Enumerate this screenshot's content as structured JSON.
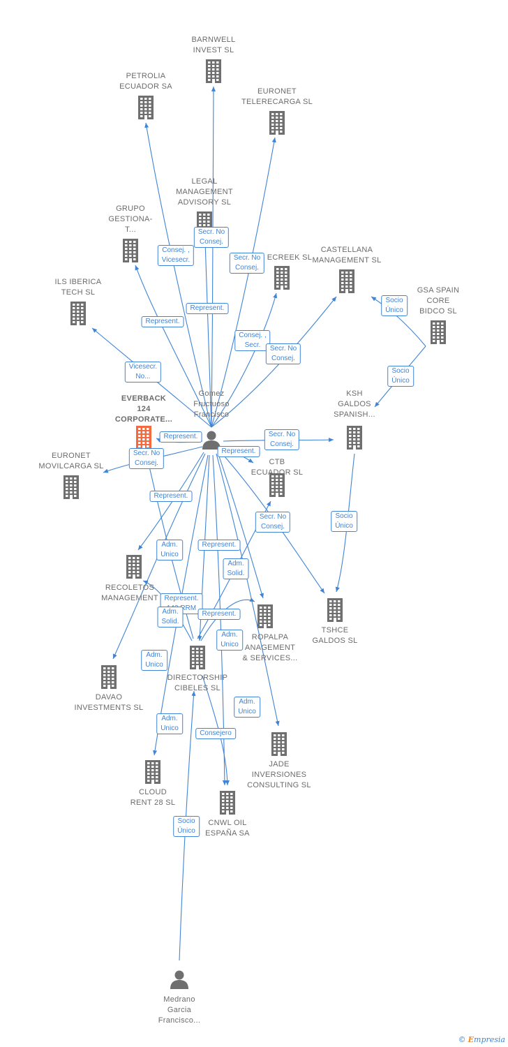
{
  "colors": {
    "edge": "#3f84d6",
    "node": "#6f6f6f",
    "focus_node": "#f26a3d",
    "label": "#6b6b6b",
    "person": "#6f6f6f"
  },
  "nodes": [
    {
      "id": "barnwell",
      "kind": "company",
      "lines": [
        "BARNWELL",
        "INVEST  SL"
      ]
    },
    {
      "id": "petrolia",
      "kind": "company",
      "lines": [
        "PETROLIA",
        "ECUADOR SA"
      ]
    },
    {
      "id": "euronet_tele",
      "kind": "company",
      "lines": [
        "EURONET",
        "TELERECARGA SL"
      ]
    },
    {
      "id": "legal",
      "kind": "company",
      "lines": [
        "LEGAL",
        "MANAGEMENT",
        "ADVISORY  SL"
      ]
    },
    {
      "id": "grupo",
      "kind": "company",
      "lines": [
        "GRUPO",
        "GESTIONA-",
        "T..."
      ]
    },
    {
      "id": "ecreek",
      "kind": "company",
      "lines": [
        "ECREEK SL"
      ]
    },
    {
      "id": "castellana",
      "kind": "company",
      "lines": [
        "CASTELLANA",
        "MANAGEMENT SL"
      ]
    },
    {
      "id": "gsa",
      "kind": "company",
      "lines": [
        "GSA SPAIN",
        "CORE",
        "BIDCO  SL"
      ]
    },
    {
      "id": "ils",
      "kind": "company",
      "lines": [
        "ILS IBERICA",
        "TECH  SL"
      ]
    },
    {
      "id": "gomez",
      "kind": "person",
      "lines": [
        "Gomez",
        "Fructuoso",
        "Francisco"
      ]
    },
    {
      "id": "everback",
      "kind": "focus",
      "lines": [
        "EVERBACK",
        "124",
        "CORPORATE..."
      ]
    },
    {
      "id": "ksh",
      "kind": "company",
      "lines": [
        "KSH",
        "GALDOS",
        "SPANISH..."
      ]
    },
    {
      "id": "euronet_movil",
      "kind": "company",
      "lines": [
        "EURONET",
        "MOVILCARGA SL"
      ]
    },
    {
      "id": "ctb",
      "kind": "company",
      "lines": [
        "CTB",
        "ECUADOR  SL"
      ]
    },
    {
      "id": "recoletos",
      "kind": "company",
      "lines": [
        "RECOLETOS",
        "MANAGEMENT"
      ]
    },
    {
      "id": "tshce",
      "kind": "company",
      "lines": [
        "TSHCE",
        "GALDOS  SL"
      ]
    },
    {
      "id": "europalpa",
      "kind": "company",
      "lines": [
        "ROPALPA",
        "ANAGEMENT",
        "& SERVICES..."
      ]
    },
    {
      "id": "directorship",
      "kind": "company",
      "lines": [
        "DIRECTORSHIP",
        "CIBELES SL"
      ]
    },
    {
      "id": "davao",
      "kind": "company",
      "lines": [
        "DAVAO",
        "INVESTMENTS SL"
      ]
    },
    {
      "id": "jade",
      "kind": "company",
      "lines": [
        "JADE",
        "INVERSIONES",
        "CONSULTING SL"
      ]
    },
    {
      "id": "cloud",
      "kind": "company",
      "lines": [
        "CLOUD",
        "RENT 28  SL"
      ]
    },
    {
      "id": "cnwl",
      "kind": "company",
      "lines": [
        "CNWL OIL",
        "ESPAÑA SA"
      ]
    },
    {
      "id": "medrano",
      "kind": "person",
      "lines": [
        "Medrano",
        "Garcia",
        "Francisco..."
      ]
    }
  ],
  "edges": [
    {
      "from": "gomez",
      "to": "barnwell",
      "label": [
        "Secr.  No",
        "Consej."
      ]
    },
    {
      "from": "gomez",
      "to": "petrolia",
      "label": [
        "Consej. ,",
        "Vicesecr."
      ]
    },
    {
      "from": "gomez",
      "to": "euronet_tele",
      "label": [
        "Secr.  No",
        "Consej."
      ]
    },
    {
      "from": "gomez",
      "to": "legal",
      "label": [
        "Represent."
      ]
    },
    {
      "from": "gomez",
      "to": "grupo",
      "label": [
        "Represent."
      ]
    },
    {
      "from": "gomez",
      "to": "ecreek",
      "label": [
        "Consej. ,",
        "Secr."
      ]
    },
    {
      "from": "gomez",
      "to": "castellana",
      "label": [
        "Secr.  No",
        "Consej."
      ]
    },
    {
      "from": "gomez",
      "to": "ils",
      "label": [
        "Vicesecr.",
        "No..."
      ]
    },
    {
      "from": "gsa",
      "to": "castellana",
      "label": [
        "Socio",
        "Único"
      ]
    },
    {
      "from": "gsa",
      "to": "ksh",
      "label": [
        "Socio",
        "Único"
      ]
    },
    {
      "from": "ksh",
      "to": "tshce",
      "label": [
        "Socio",
        "Único"
      ]
    },
    {
      "from": "gomez",
      "to": "everback",
      "label": [
        "Represent."
      ]
    },
    {
      "from": "gomez",
      "to": "euronet_movil",
      "label": [
        "Secr.  No",
        "Consej."
      ]
    },
    {
      "from": "gomez",
      "to": "ksh",
      "label": [
        "Secr.  No",
        "Consej."
      ]
    },
    {
      "from": "gomez",
      "to": "ctb",
      "label": [
        "Represent."
      ]
    },
    {
      "from": "gomez",
      "to": "recoletos",
      "label": [
        "Represent."
      ]
    },
    {
      "from": "gomez",
      "to": "tshce",
      "label": [
        "Secr.  No",
        "Consej."
      ]
    },
    {
      "from": "gomez",
      "to": "europalpa",
      "label": [
        "Represent."
      ]
    },
    {
      "from": "gomez",
      "to": "directorship",
      "label": [
        "Adm.",
        "Unico"
      ]
    },
    {
      "from": "gomez",
      "to": "davao",
      "label": [
        "Adm.",
        "Unico"
      ]
    },
    {
      "from": "gomez",
      "to": "cnwl",
      "label": [
        "Adm.",
        "Unico"
      ]
    },
    {
      "from": "gomez",
      "to": "jade",
      "label": [
        "Adm.",
        "Unico"
      ]
    },
    {
      "from": "gomez",
      "to": "cloud",
      "label": [
        "Adm.",
        "Unico"
      ]
    },
    {
      "from": "directorship",
      "to": "everback",
      "label": [
        "Represent.",
        "143 RRM"
      ]
    },
    {
      "from": "directorship",
      "to": "ctb",
      "label": [
        "Adm.",
        "Solid."
      ]
    },
    {
      "from": "directorship",
      "to": "recoletos",
      "label": [
        "Adm.",
        "Solid."
      ]
    },
    {
      "from": "directorship",
      "to": "europalpa",
      "label": [
        "Represent."
      ]
    },
    {
      "from": "directorship",
      "to": "cnwl",
      "label": [
        "Consejero"
      ]
    },
    {
      "from": "medrano",
      "to": "directorship",
      "label": [
        "Socio",
        "Único"
      ]
    }
  ],
  "credit": {
    "copyright": "©",
    "brand_first": "E",
    "brand_rest": "mpresia"
  }
}
